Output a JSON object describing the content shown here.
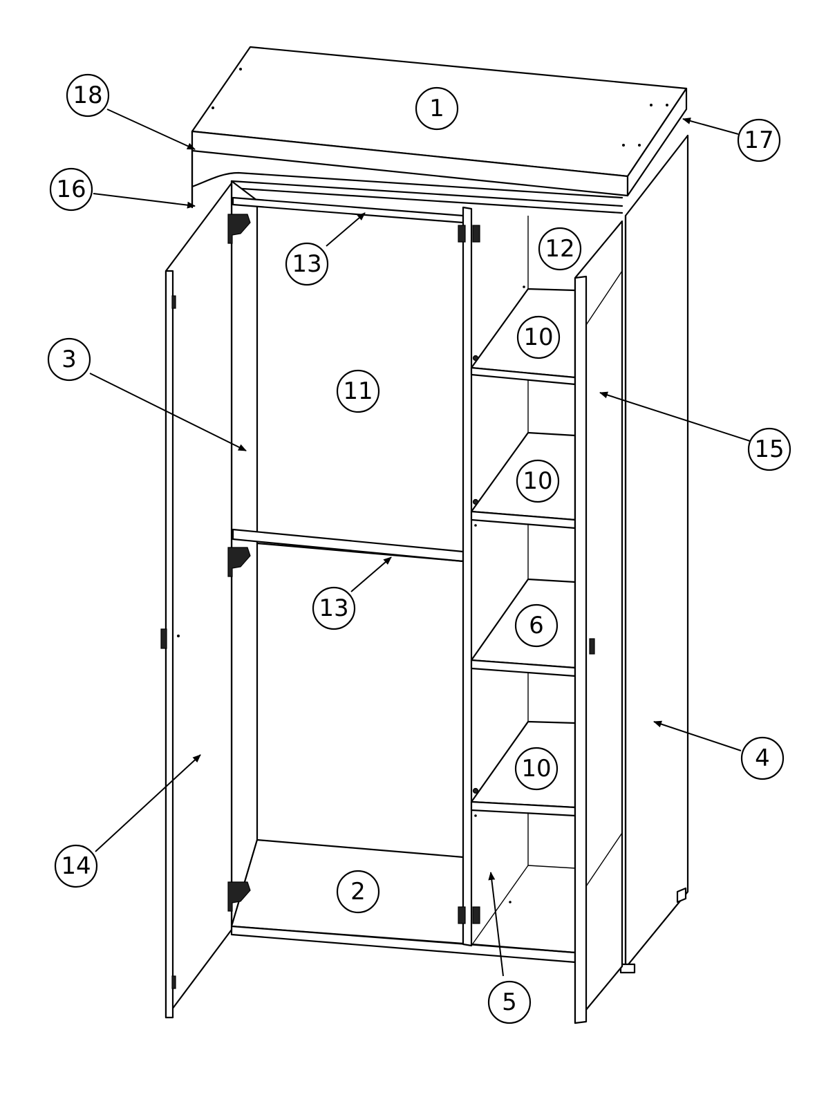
{
  "diagram": {
    "callouts": [
      {
        "id": "c1",
        "label": "1"
      },
      {
        "id": "c2",
        "label": "2"
      },
      {
        "id": "c3",
        "label": "3"
      },
      {
        "id": "c4",
        "label": "4"
      },
      {
        "id": "c5",
        "label": "5"
      },
      {
        "id": "c6",
        "label": "6"
      },
      {
        "id": "c10a",
        "label": "10"
      },
      {
        "id": "c10b",
        "label": "10"
      },
      {
        "id": "c10c",
        "label": "10"
      },
      {
        "id": "c11",
        "label": "11"
      },
      {
        "id": "c12",
        "label": "12"
      },
      {
        "id": "c13a",
        "label": "13"
      },
      {
        "id": "c13b",
        "label": "13"
      },
      {
        "id": "c14",
        "label": "14"
      },
      {
        "id": "c15",
        "label": "15"
      },
      {
        "id": "c16",
        "label": "16"
      },
      {
        "id": "c17",
        "label": "17"
      },
      {
        "id": "c18",
        "label": "18"
      }
    ]
  }
}
